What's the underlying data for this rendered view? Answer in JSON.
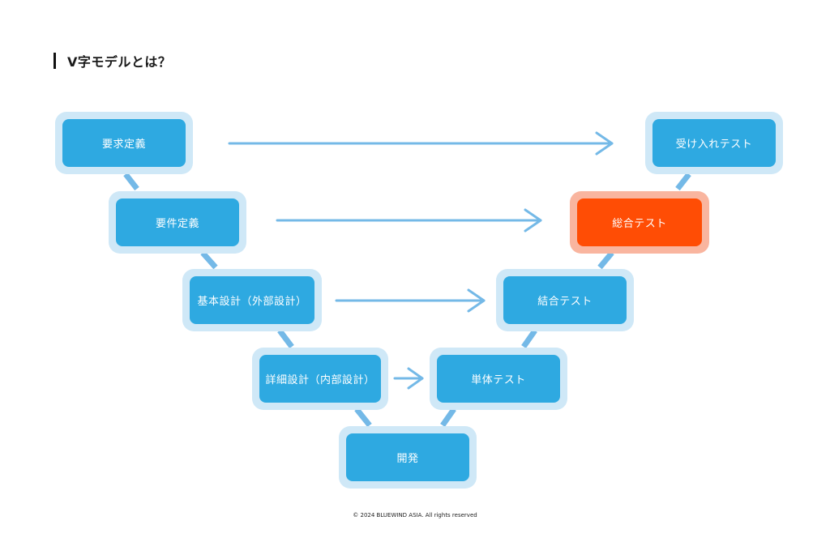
{
  "title": "V字モデルとは？",
  "colors": {
    "node_fill": "#2ea9e1",
    "node_halo": "#cfe8f7",
    "highlight_fill": "#ff4d05",
    "highlight_halo": "#f9b59f",
    "arrow": "#74b9e7",
    "connector": "#74b9e7"
  },
  "left_nodes": [
    {
      "label": "要求定義"
    },
    {
      "label": "要件定義"
    },
    {
      "label": "基本設計（外部設計）"
    },
    {
      "label": "詳細設計（内部設計）"
    }
  ],
  "bottom_node": {
    "label": "開発"
  },
  "right_nodes": [
    {
      "label": "受け入れテスト"
    },
    {
      "label": "総合テスト",
      "highlighted": true
    },
    {
      "label": "結合テスト"
    },
    {
      "label": "単体テスト"
    }
  ],
  "copyright": "© 2024 BLUEWIND ASIA. All rights reserved"
}
